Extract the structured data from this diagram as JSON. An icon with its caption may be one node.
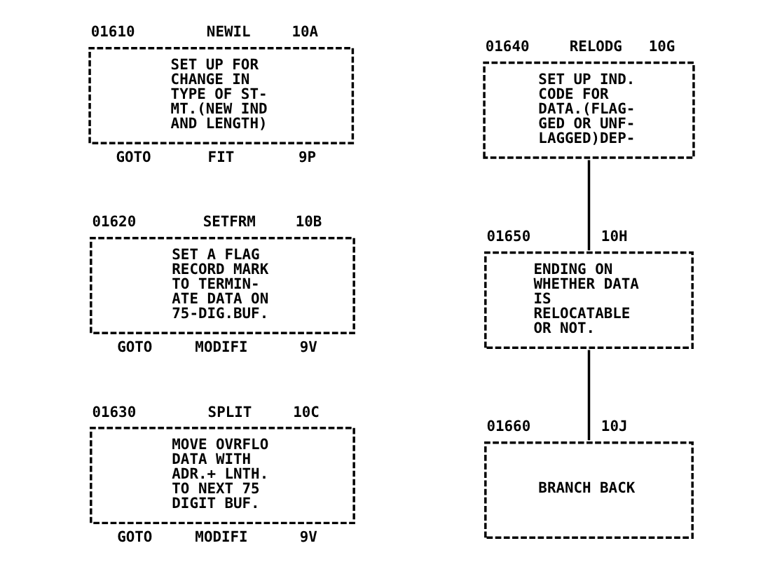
{
  "diagram": {
    "nodes": [
      {
        "text": [
          "01610",
          "NEWIL",
          "10A",
          "SET UP FOR CHANGE IN TYPE OF ST- MT.(NEW IND AND LENGTH)"
        ],
        "beside": [
          "GOTO",
          "FIT",
          "9P"
        ]
      },
      {
        "text": [
          "01620",
          "SETFRM",
          "10B",
          "SET A FLAG RECORD MARK TO TERMIN- ATE DATA ON 75-DIG.BUF."
        ],
        "beside": [
          "GOTO",
          "MODIFI",
          "9V"
        ]
      },
      {
        "text": [
          "01630",
          "SPLIT",
          "10C",
          "MOVE OVRFLO DATA WITH ADR.+ LNTH. TO NEXT 75 DIGIT BUF."
        ],
        "beside": [
          "GOTO",
          "MODIFI",
          "9V"
        ]
      },
      {
        "text": [
          "01640",
          "RELODG",
          "10G",
          "SET UP IND. CODE FOR DATA.(FLAG- GED OR UNF- LAGGED)DEP-"
        ]
      },
      {
        "text": [
          "01650",
          "10H",
          "ENDING ON WHETHER DATA IS RELOCATABLE OR NOT."
        ]
      },
      {
        "text": [
          "01660",
          "10J",
          "BRANCH BACK"
        ]
      }
    ],
    "edges": [
      {
        "from": 3,
        "to": 4,
        "arrow": "none"
      },
      {
        "from": 4,
        "to": 5,
        "arrow": "none"
      }
    ]
  }
}
